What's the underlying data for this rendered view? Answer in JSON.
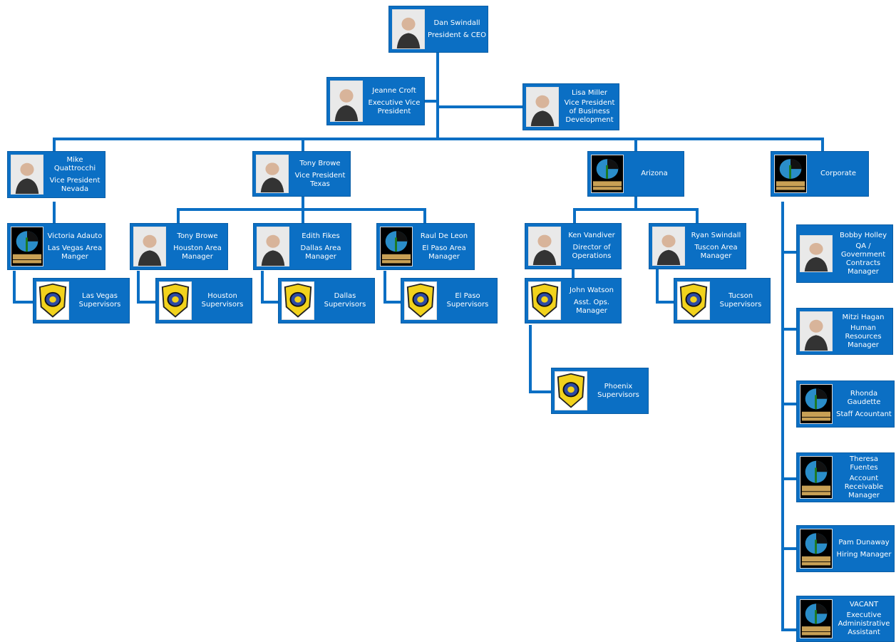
{
  "colors": {
    "box": "#0b6fc4",
    "line": "#0b6fc4",
    "text": "#ffffff"
  },
  "people": {
    "dan": {
      "name": "Dan Swindall",
      "title": "President  & CEO"
    },
    "jeanne": {
      "name": "Jeanne Croft",
      "title": "Executive  Vice President"
    },
    "lisa": {
      "name": "Lisa  Miller",
      "title": "Vice President of Business Development"
    },
    "mike": {
      "name": "Mike Quattrocchi",
      "title": "Vice President Nevada"
    },
    "tony_vp": {
      "name": "Tony Browe",
      "title": "Vice President Texas"
    },
    "arizona": {
      "name": "Arizona"
    },
    "corporate": {
      "name": "Corporate"
    },
    "victoria": {
      "name": "Victoria  Adauto",
      "title": "Las Vegas Area Manger"
    },
    "tony_h": {
      "name": "Tony Browe",
      "title": "Houston  Area Manager"
    },
    "edith": {
      "name": "Edith Fikes",
      "title": "Dallas Area Manager"
    },
    "raul": {
      "name": "Raul De Leon",
      "title": "El Paso Area Manager"
    },
    "ken": {
      "name": "Ken Vandiver",
      "title": "Director  of Operations"
    },
    "ryan": {
      "name": "Ryan Swindall",
      "title": "Tuscon Area Manager"
    },
    "john": {
      "name": "John  Watson",
      "title": "Asst. Ops. Manager"
    },
    "lv_sup": {
      "name": "Las Vegas Supervisors"
    },
    "hou_sup": {
      "name": "Houston Supervisors"
    },
    "dal_sup": {
      "name": "Dallas Supervisors"
    },
    "elp_sup": {
      "name": "El Paso Supervisors"
    },
    "tuc_sup": {
      "name": "Tucson Supervisors"
    },
    "phx_sup": {
      "name": "Phoenix Supervisors"
    },
    "bobby": {
      "name": "Bobby  Holley",
      "title": "QA / Government Contracts Manager"
    },
    "mitzi": {
      "name": "Mitzi Hagan",
      "title": "Human Resources Manager"
    },
    "rhonda": {
      "name": "Rhonda Gaudette",
      "title": "Staff Acountant"
    },
    "theresa": {
      "name": "Theresa  Fuentes",
      "title": "Account Receivable Manager"
    },
    "pam": {
      "name": "Pam Dunaway",
      "title": "Hiring  Manager"
    },
    "vacant": {
      "name": "VACANT",
      "title": "Executive Administrative Assistant"
    }
  }
}
